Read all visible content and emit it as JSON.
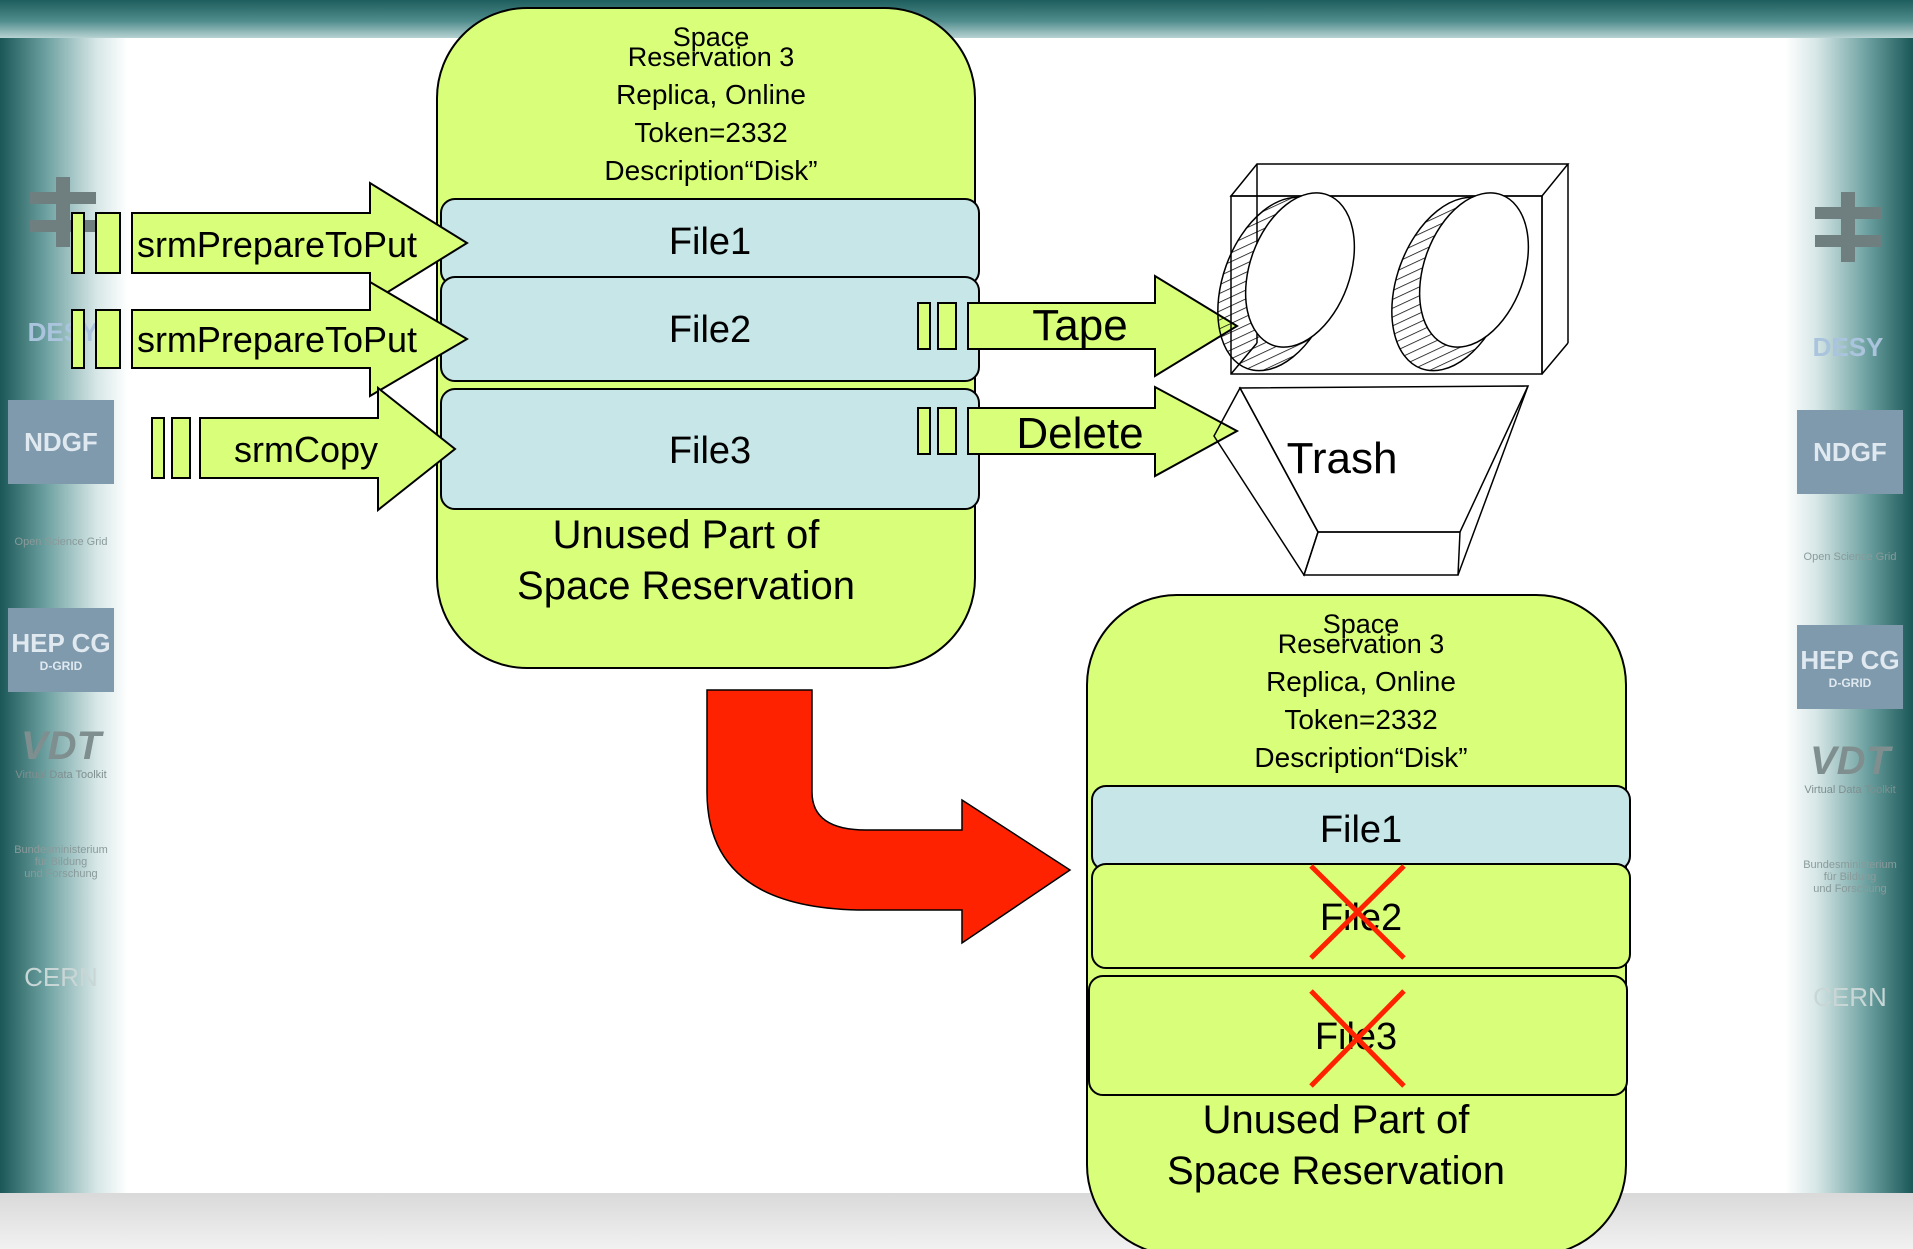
{
  "top_reservation": {
    "header_lines": [
      "Space",
      "Reservation 3",
      "Replica, Online",
      "Token=2332",
      "Description“Disk”"
    ],
    "files": [
      "File1",
      "File2",
      "File3"
    ],
    "unused_lines": [
      "Unused Part of",
      "Space Reservation"
    ]
  },
  "bottom_reservation": {
    "header_lines": [
      "Space",
      "Reservation 3",
      "Replica, Online",
      "Token=2332",
      "Description“Disk”"
    ],
    "files": [
      "File1",
      "File2",
      "File3"
    ],
    "unused_lines": [
      "Unused Part of",
      "Space Reservation"
    ]
  },
  "input_arrows": [
    "srmPrepareToPut",
    "srmPrepareToPut",
    "srmCopy"
  ],
  "output_arrows": [
    "Tape",
    "Delete"
  ],
  "trash_label": "Trash",
  "logos": {
    "desy": "DESY",
    "ndgf": "NDGF",
    "osg": "Open Science Grid",
    "hepcg": "HEP CG",
    "hepcg_sub": "D-GRID",
    "vdt": "VDT",
    "vdt_sub": "Virtual Data Toolkit",
    "bmbf_line1": "Bundesministerium",
    "bmbf_line2": "für Bildung",
    "bmbf_line3": "und Forschung",
    "cern": "CERN"
  },
  "colors": {
    "reservation_fill": "#d9ff7a",
    "file_fill": "#c7e6e8",
    "arrow_fill": "#d9ff7a",
    "transition_arrow": "#ff2200",
    "cross": "#ff2200"
  }
}
